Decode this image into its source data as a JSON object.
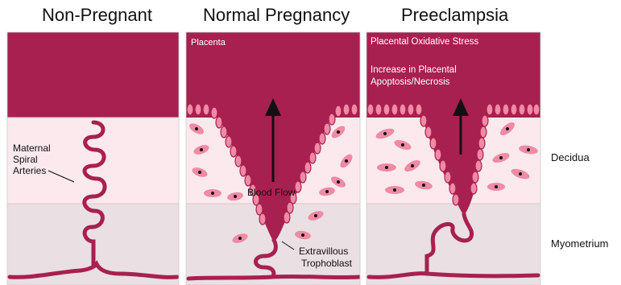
{
  "headings": {
    "non_pregnant": "Non-Pregnant",
    "normal": "Normal Pregnancy",
    "preeclampsia": "Preeclampsia"
  },
  "layers": {
    "decidua": "Decidua",
    "myometrium": "Myometrium"
  },
  "panel1": {
    "arteries_label_line1": "Maternal",
    "arteries_label_line2": "Spiral",
    "arteries_label_line3": "Arteries"
  },
  "panel2": {
    "placenta": "Placenta",
    "blood_flow": "Blood Flow",
    "trophoblast_line1": "Extravillous",
    "trophoblast_line2": "Trophoblast"
  },
  "panel3": {
    "stress": "Placental Oxidative Stress",
    "apoptosis_line1": "Increase in Placental",
    "apoptosis_line2": "Apoptosis/Necrosis"
  },
  "colors": {
    "placenta": "#a8204f",
    "decidua": "#fbe9ee",
    "myometrium": "#eadfe3",
    "cell": "#f08aa5",
    "nucleus": "#111111"
  }
}
